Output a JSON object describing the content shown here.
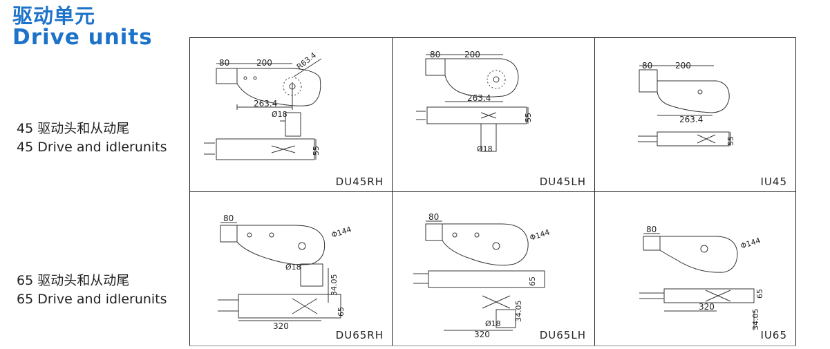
{
  "header": {
    "title_cn": "驱动单元",
    "title_en": "Drive units"
  },
  "rows": [
    {
      "label_cn": "45 驱动头和从动尾",
      "label_en": "45 Drive and idlerunits"
    },
    {
      "label_cn": "65 驱动头和从动尾",
      "label_en": "65 Drive and idlerunits"
    }
  ],
  "cells": {
    "du45rh": {
      "model": "DU45RH",
      "dim_a": "80",
      "dim_b": "200",
      "dim_r": "R63.4",
      "dim_len": "263.4",
      "dim_d": "Ø18",
      "dim_h": "55"
    },
    "du45lh": {
      "model": "DU45LH",
      "dim_a": "80",
      "dim_b": "200",
      "dim_len": "263.4",
      "dim_d": "Ø18",
      "dim_h": "55"
    },
    "iu45": {
      "model": "IU45",
      "dim_a": "80",
      "dim_b": "200",
      "dim_len": "263.4",
      "dim_h": "55"
    },
    "du65rh": {
      "model": "DU65RH",
      "dim_a": "80",
      "dim_phi": "Φ144",
      "dim_d": "Ø18",
      "dim_v": "34.05",
      "dim_h": "65",
      "dim_len": "320"
    },
    "du65lh": {
      "model": "DU65LH",
      "dim_a": "80",
      "dim_phi": "Φ144",
      "dim_d": "Ø18",
      "dim_v": "34.05",
      "dim_h": "65",
      "dim_len": "320"
    },
    "iu65": {
      "model": "IU65",
      "dim_a": "80",
      "dim_phi": "Φ144",
      "dim_h": "65",
      "dim_len": "320",
      "dim_v": "34.05"
    }
  }
}
